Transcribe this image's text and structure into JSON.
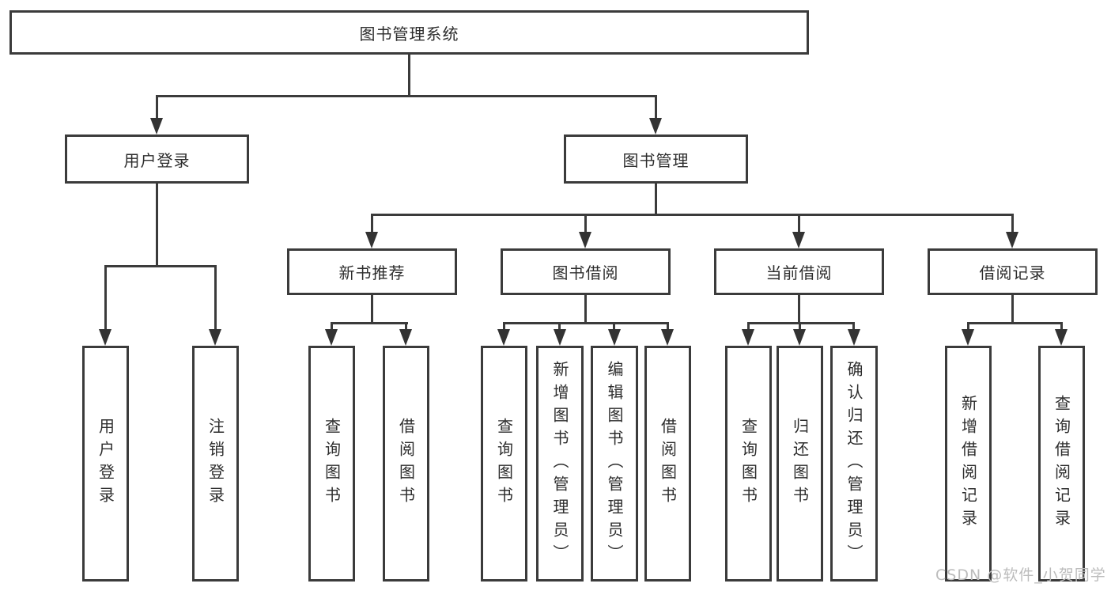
{
  "diagram": {
    "root": "图书管理系统",
    "level2": [
      "用户登录",
      "图书管理"
    ],
    "level3": [
      "新书推荐",
      "图书借阅",
      "当前借阅",
      "借阅记录"
    ],
    "user_login_children": [
      "用户登录",
      "注销登录"
    ],
    "new_book_children": [
      "查询图书",
      "借阅图书"
    ],
    "book_borrow_children": [
      "查询图书",
      "新增图书（管理员）",
      "编辑图书（管理员）",
      "借阅图书"
    ],
    "current_borrow_children": [
      "查询图书",
      "归还图书",
      "确认归还（管理员）"
    ],
    "borrow_record_children": [
      "新增借阅记录",
      "查询借阅记录"
    ],
    "watermark": "CSDN @软件_小贺同学",
    "colors": {
      "line": "#3b3b3b",
      "border": "#3b3b3b",
      "text": "#2d2d2d",
      "watermark": "#bcbcbc",
      "background": "#ffffff"
    }
  }
}
